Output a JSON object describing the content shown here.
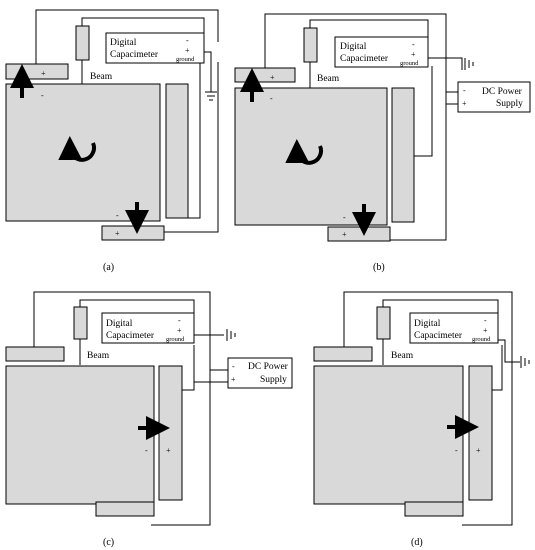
{
  "colors": {
    "block_fill": "#d9d9d9",
    "line": "#000000",
    "background": "#ffffff"
  },
  "labels": {
    "beam": "Beam",
    "capacimeter_line1": "Digital",
    "capacimeter_line2": "Capacimeter",
    "ground": "ground",
    "plus": "+",
    "minus": "-",
    "power_line1": "DC Power",
    "power_line2": "Supply"
  },
  "panels": [
    {
      "caption": "(a)"
    },
    {
      "caption": "(b)"
    },
    {
      "caption": "(c)"
    },
    {
      "caption": "(d)"
    }
  ],
  "icons": [
    "rotation-arrow-icon",
    "force-arrow-icon",
    "ground-symbol-icon"
  ]
}
